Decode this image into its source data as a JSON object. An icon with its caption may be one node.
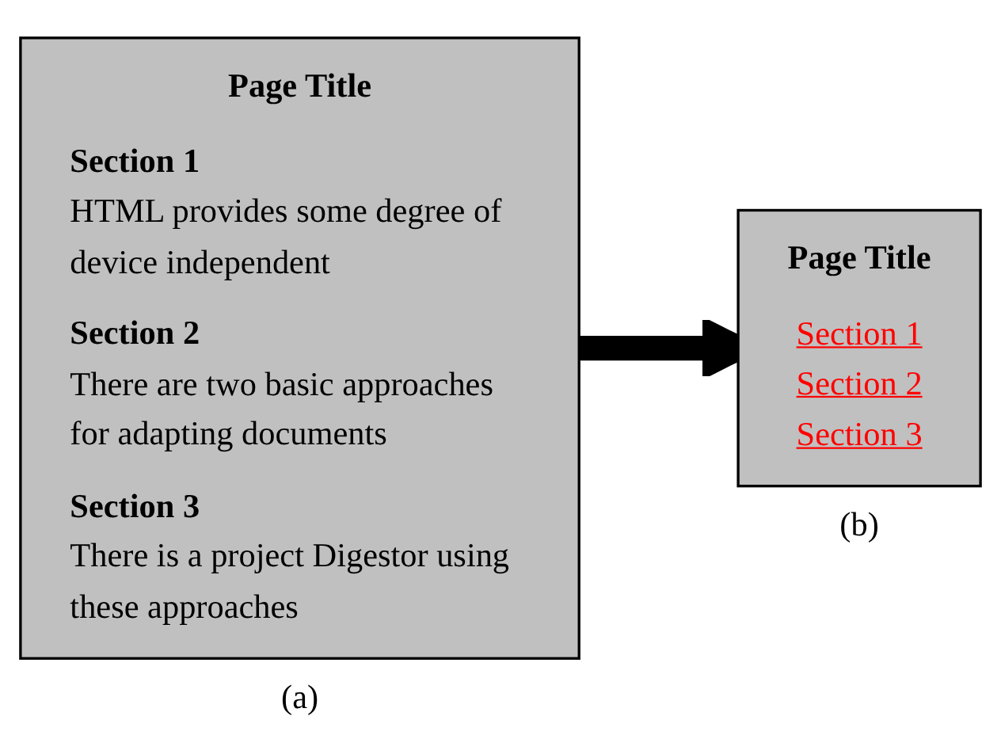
{
  "diagram": {
    "nodes": [
      {
        "text": [
          "Page Title",
          "Section 1",
          "HTML provides some degree of device independent",
          "Section 2",
          "There are two basic approaches for adapting documents",
          "Section 3",
          "There is a project Digestor using these approaches"
        ],
        "beside": [
          "(a)"
        ]
      },
      {
        "text": [
          "Page Title",
          "Section 1",
          "Section 2",
          "Section 3"
        ],
        "beside": [
          "(b)"
        ]
      }
    ],
    "edges": [
      {
        "from": 0,
        "to": 1,
        "arrow": "to"
      }
    ]
  }
}
